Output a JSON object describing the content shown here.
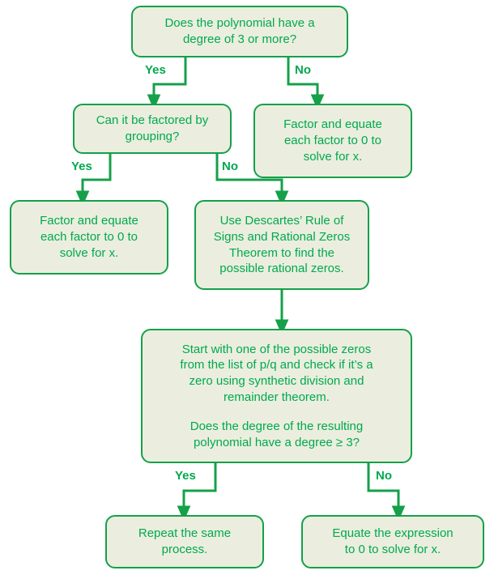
{
  "diagram": {
    "title": "Polynomial solving decision flowchart",
    "colors": {
      "node_fill": "#ebeede",
      "node_border": "#15a04a",
      "text": "#00a94f",
      "connector": "#15a04a",
      "background": "#ffffff"
    },
    "nodes": [
      {
        "id": "root-question",
        "name": "node-degree-question",
        "text": "Does the polynomial have a\ndegree of 3 or more?"
      },
      {
        "id": "grouping-question",
        "name": "node-grouping-question",
        "text": "Can it be factored by\ngrouping?"
      },
      {
        "id": "factor-equate-right",
        "name": "node-factor-equate-right",
        "text": "Factor and equate\neach factor to 0 to\nsolve for x."
      },
      {
        "id": "factor-equate-left",
        "name": "node-factor-equate-left",
        "text": "Factor and equate\neach factor to 0 to\nsolve for x."
      },
      {
        "id": "descartes",
        "name": "node-descartes-rule",
        "text": "Use Descartes’ Rule of\nSigns and Rational Zeros\nTheorem to find the\npossible rational zeros."
      },
      {
        "id": "synthetic-division",
        "name": "node-synthetic-division",
        "paragraph_1": "Start with one of the possible zeros\nfrom the list of p/q and check if it’s a\nzero using synthetic division and\nremainder theorem.",
        "paragraph_2": "Does the degree of the resulting\npolynomial have a degree ≥ 3?"
      },
      {
        "id": "repeat-process",
        "name": "node-repeat-process",
        "text": "Repeat the same\nprocess."
      },
      {
        "id": "equate-expression",
        "name": "node-equate-expression",
        "text": "Equate the expression\nto 0 to solve for x."
      }
    ],
    "edge_labels": {
      "root_yes": "Yes",
      "root_no": "No",
      "grouping_yes": "Yes",
      "grouping_no": "No",
      "synthetic_yes": "Yes",
      "synthetic_no": "No"
    }
  }
}
